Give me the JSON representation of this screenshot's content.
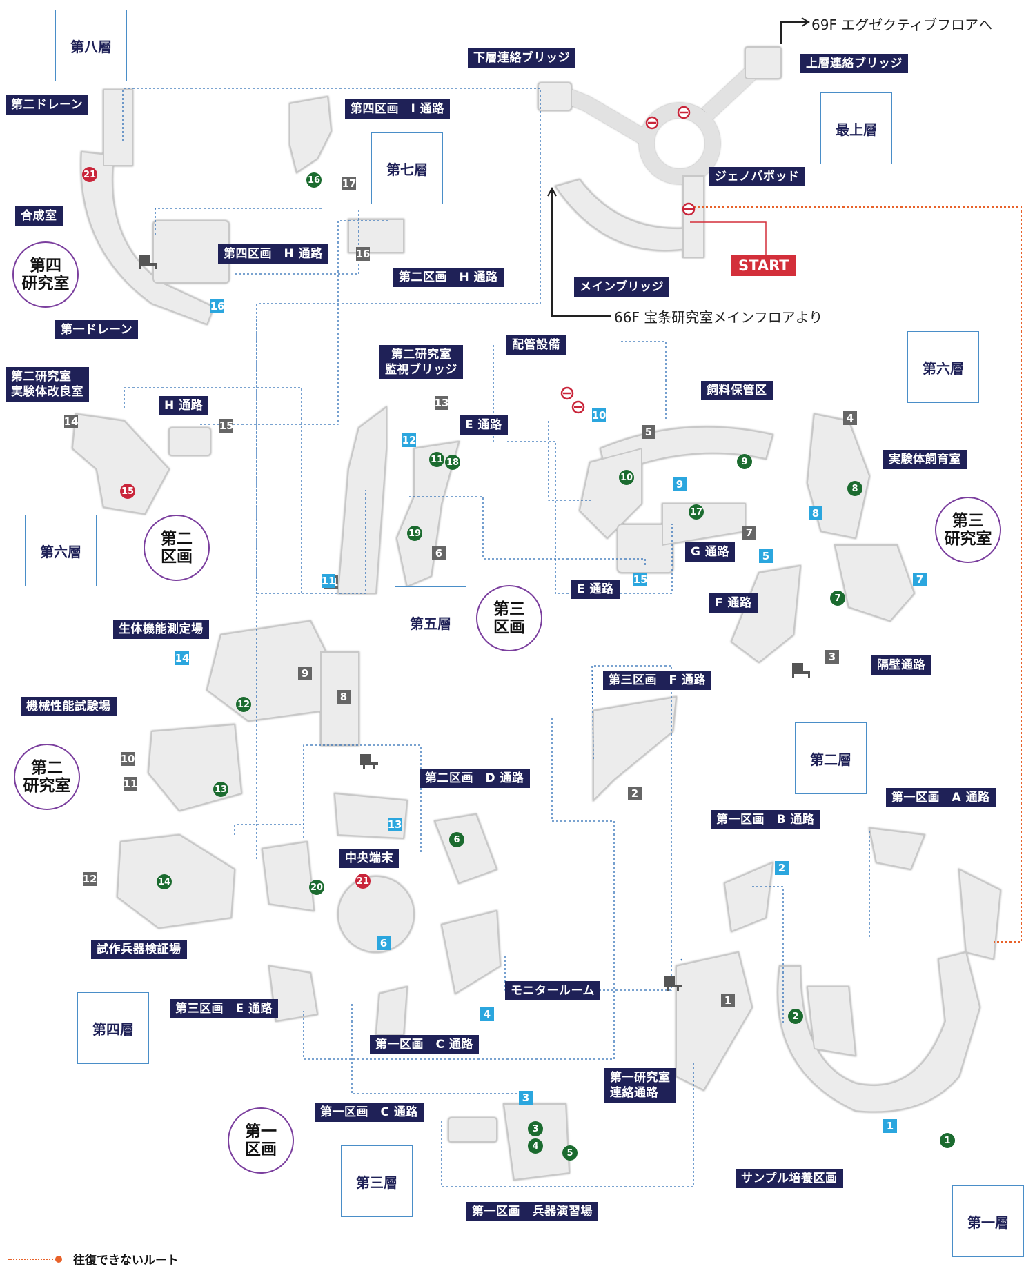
{
  "floors": {
    "f8": "第八層",
    "f7": "第七層",
    "top": "最上層",
    "f6a": "第六層",
    "f6b": "第六層",
    "f5": "第五層",
    "f4": "第四層",
    "f3": "第三層",
    "f2": "第二層",
    "f1": "第一層"
  },
  "labs": {
    "lab4": "第四\n研究室",
    "sec2": "第二\n区画",
    "sec3": "第三\n区画",
    "lab2": "第二\n研究室",
    "lab3": "第三\n研究室",
    "sec1": "第一\n区画"
  },
  "labels": {
    "lower_bridge": "下層連絡ブリッジ",
    "upper_bridge": "上層連絡ブリッジ",
    "drain2": "第二ドレーン",
    "drain1": "第一ドレーン",
    "synthesis": "合成室",
    "sec4_i": "第四区画　I 通路",
    "sec4_h": "第四区画　H 通路",
    "sec2_h": "第二区画　H 通路",
    "jenova": "ジェノバポッド",
    "main_bridge": "メインブリッジ",
    "lab2_improve": "第二研究室\n実験体改良室",
    "h_path": "H 通路",
    "lab2_watch": "第二研究室\n監視ブリッジ",
    "piping": "配管設備",
    "feed": "飼料保管区",
    "breeding": "実験体飼育室",
    "e_path_top": "E 通路",
    "e_path_mid": "E 通路",
    "g_path": "G 通路",
    "f_path": "F 通路",
    "bulkhead": "隔壁通路",
    "sec3_f": "第三区画　F 通路",
    "bio": "生体機能測定場",
    "mech": "機械性能試験場",
    "sec2_d": "第二区画　D 通路",
    "central": "中央端末",
    "prototype": "試作兵器検証場",
    "sec3_e": "第三区画　E 通路",
    "monitor": "モニタールーム",
    "sec1_c_a": "第一区画　C 通路",
    "sec1_c_b": "第一区画　C 通路",
    "sec1_b": "第一区画　B 通路",
    "sec1_a": "第一区画　A 通路",
    "lab1_link": "第一研究室\n連絡通路",
    "sample": "サンプル培養区画",
    "weapons": "第一区画　兵器演習場"
  },
  "start": "START",
  "exits": {
    "to69": "69F エグゼクティブフロアへ",
    "from66": "66F 宝条研究室メインフロアより"
  },
  "legend": "往復できないルート",
  "markers_gray": [
    "1",
    "2",
    "3",
    "4",
    "5",
    "6",
    "7",
    "8",
    "9",
    "10",
    "11",
    "12",
    "13",
    "14",
    "15",
    "16",
    "17"
  ],
  "markers_blue": [
    "1",
    "2",
    "3",
    "4",
    "5",
    "6",
    "7",
    "8",
    "9",
    "10",
    "11",
    "12",
    "13",
    "14",
    "15",
    "16"
  ],
  "markers_green": [
    "1",
    "2",
    "3",
    "4",
    "5",
    "6",
    "7",
    "8",
    "9",
    "10",
    "11",
    "12",
    "13",
    "14",
    "16",
    "17",
    "18",
    "19",
    "20"
  ],
  "markers_red": [
    "15",
    "21",
    "21"
  ],
  "colors": {
    "label_bg": "#1f2157",
    "floor_border": "#4a8ec8",
    "lab_border": "#7b3f9e",
    "gray_marker": "#666666",
    "blue_marker": "#2ba6de",
    "green_marker": "#1b6b2f",
    "red_marker": "#c9253a",
    "route_blue": "#2b6cb5",
    "oneway": "#e8622a",
    "start": "#d32f3a"
  }
}
